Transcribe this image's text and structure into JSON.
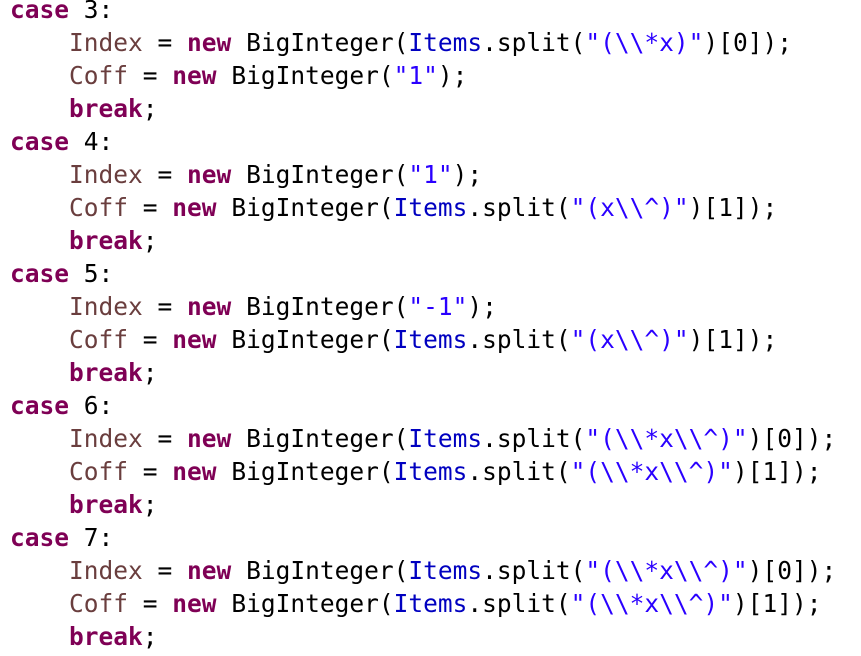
{
  "code": {
    "keywords": {
      "case": "case",
      "new": "new",
      "break": "break"
    },
    "identifiers": {
      "index": "Index",
      "coff": "Coff",
      "big_integer": "BigInteger",
      "items": "Items",
      "split": "split"
    },
    "case_3": {
      "num": "3",
      "index_arg": "\"(\\\\*x)\"",
      "index_idx": "0",
      "coff_arg": "\"1\""
    },
    "case_4": {
      "num": "4",
      "index_arg": "\"1\"",
      "coff_arg": "\"(x\\\\^)\"",
      "coff_idx": "1"
    },
    "case_5": {
      "num": "5",
      "index_arg": "\"-1\"",
      "coff_arg": "\"(x\\\\^)\"",
      "coff_idx": "1"
    },
    "case_6": {
      "num": "6",
      "index_arg": "\"(\\\\*x\\\\^)\"",
      "index_idx": "0",
      "coff_arg": "\"(\\\\*x\\\\^)\"",
      "coff_idx": "1"
    },
    "case_7": {
      "num": "7",
      "index_arg": "\"(\\\\*x\\\\^)\"",
      "index_idx": "0",
      "coff_arg": "\"(\\\\*x\\\\^)\"",
      "coff_idx": "1"
    }
  },
  "colors": {
    "keyword": "#7f0055",
    "local_variable": "#6a3e3e",
    "field": "#0000c0",
    "string": "#2a00ff",
    "default": "#000000",
    "background": "#ffffff"
  }
}
